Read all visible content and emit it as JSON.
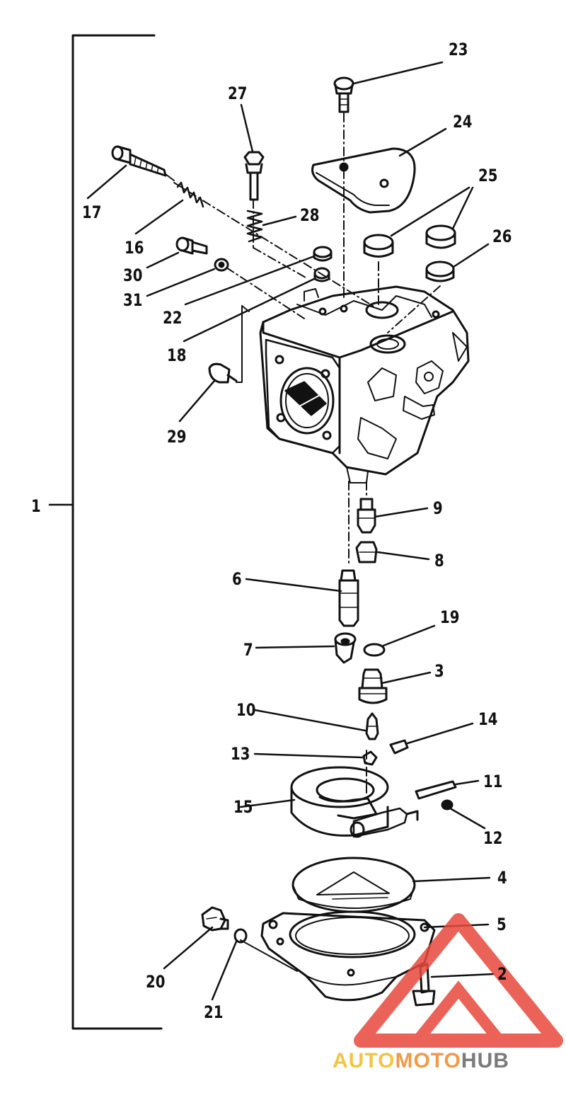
{
  "diagram": {
    "callouts": [
      {
        "id": "1",
        "text": "1"
      },
      {
        "id": "2",
        "text": "2"
      },
      {
        "id": "3",
        "text": "3"
      },
      {
        "id": "4",
        "text": "4"
      },
      {
        "id": "5",
        "text": "5"
      },
      {
        "id": "6",
        "text": "6"
      },
      {
        "id": "7",
        "text": "7"
      },
      {
        "id": "8",
        "text": "8"
      },
      {
        "id": "9",
        "text": "9"
      },
      {
        "id": "10",
        "text": "10"
      },
      {
        "id": "11",
        "text": "11"
      },
      {
        "id": "12",
        "text": "12"
      },
      {
        "id": "13",
        "text": "13"
      },
      {
        "id": "14",
        "text": "14"
      },
      {
        "id": "15",
        "text": "15"
      },
      {
        "id": "16",
        "text": "16"
      },
      {
        "id": "17",
        "text": "17"
      },
      {
        "id": "18",
        "text": "18"
      },
      {
        "id": "19",
        "text": "19"
      },
      {
        "id": "20",
        "text": "20"
      },
      {
        "id": "21",
        "text": "21"
      },
      {
        "id": "22",
        "text": "22"
      },
      {
        "id": "23",
        "text": "23"
      },
      {
        "id": "24",
        "text": "24"
      },
      {
        "id": "25",
        "text": "25"
      },
      {
        "id": "26",
        "text": "26"
      },
      {
        "id": "27",
        "text": "27"
      },
      {
        "id": "28",
        "text": "28"
      },
      {
        "id": "29",
        "text": "29"
      },
      {
        "id": "30",
        "text": "30"
      },
      {
        "id": "31",
        "text": "31"
      }
    ]
  },
  "watermark": {
    "part1": "AUTO",
    "part2": "MOTO",
    "part3": "HUB",
    "colors": {
      "auto": "#f4c542",
      "moto": "#f2994a",
      "hub": "#7a7a7a",
      "logo": "#e8483c"
    }
  }
}
